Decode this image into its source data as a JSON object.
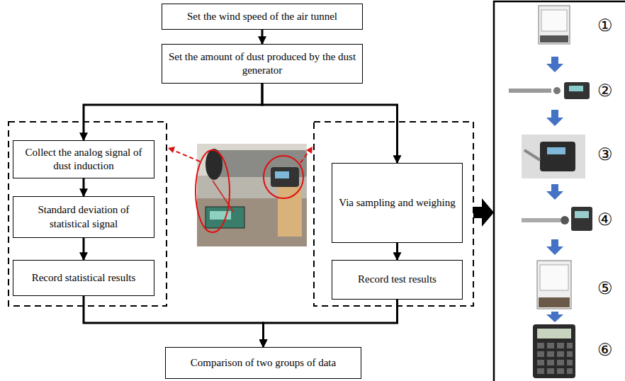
{
  "diagram": {
    "nodes": [
      {
        "text": [
          "Set the wind speed of the air tunnel"
        ]
      },
      {
        "text": [
          "Set the amount of dust produced by the dust generator"
        ]
      },
      {
        "text": [
          "Collect the analog signal of dust induction"
        ]
      },
      {
        "text": [
          "Standard deviation of statistical signal"
        ]
      },
      {
        "text": [
          "Record statistical results"
        ]
      },
      {
        "text": [
          "Via sampling and weighing"
        ]
      },
      {
        "text": [
          "Record test results"
        ]
      },
      {
        "text": [
          "Comparison of two groups of data"
        ]
      }
    ],
    "edges": [
      {
        "from": 0,
        "to": 1,
        "arrow": "to"
      },
      {
        "from": 1,
        "to": 2,
        "arrow": "to"
      },
      {
        "from": 1,
        "to": 5,
        "arrow": "to"
      },
      {
        "from": 2,
        "to": 3,
        "arrow": "to"
      },
      {
        "from": 3,
        "to": 4,
        "arrow": "to"
      },
      {
        "from": 5,
        "to": 6,
        "arrow": "to"
      },
      {
        "from": 4,
        "to": 7,
        "arrow": "to"
      },
      {
        "from": 6,
        "to": 7,
        "arrow": "to"
      }
    ],
    "labels": [
      "①",
      "②",
      "③",
      "④",
      "⑤",
      "⑥"
    ]
  }
}
